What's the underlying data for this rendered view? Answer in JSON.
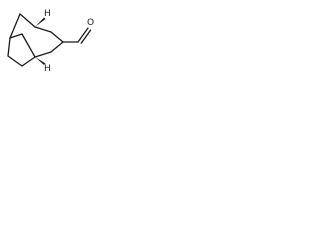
{
  "molecule": {
    "atoms": [
      {
        "text": "H"
      },
      {
        "text": "H"
      },
      {
        "text": "O"
      }
    ],
    "colors": {
      "bond": "#1a1a1a",
      "background": "#ffffff"
    }
  }
}
